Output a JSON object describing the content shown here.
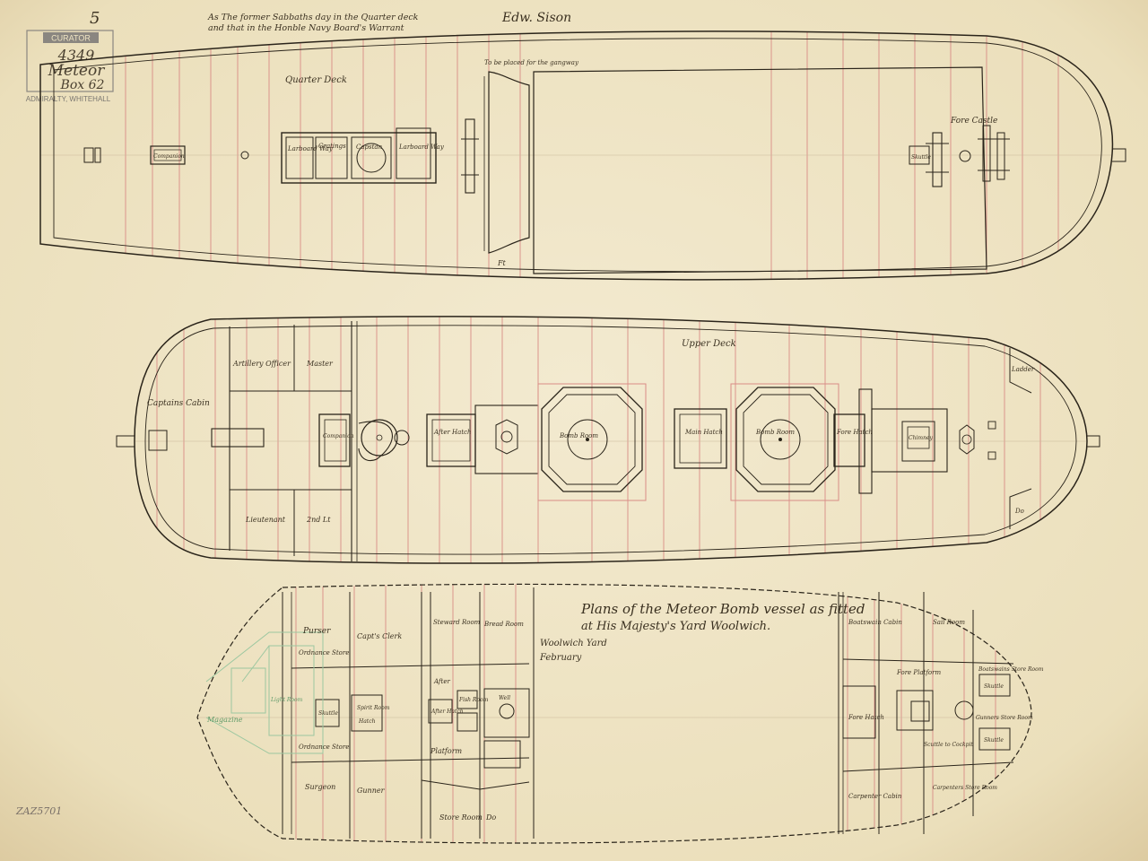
{
  "annotations": {
    "top_note_line1": "As The former Sabbaths day in the Quarter deck",
    "top_note_line2": "and that in the Honble Navy Board's Warrant",
    "signature": "Edw. Sison",
    "title_line1": "Plans of the Meteor Bomb vessel as fitted",
    "title_line2": "at His Majesty's Yard Woolwich.",
    "yard_line1": "Woolwich Yard",
    "yard_line2": "February",
    "catalogue_number": "ZAZ5701",
    "five_mark": "5"
  },
  "stamp": {
    "header": "CURATOR",
    "number": "4349",
    "ship": "Meteor",
    "box": "Box 62",
    "footer": "ADMIRALTY, WHITEHALL"
  },
  "quarter_deck": {
    "title": "Quarter Deck",
    "companion": "Companion",
    "larboard_way": "Larboard Way",
    "gratings": "Gratings",
    "capstan": "Capstan",
    "larboard_way_2": "Larboard Way",
    "fore_castle": "Fore Castle",
    "note_top": "To be placed for the gangway",
    "skuttle": "Skuttle",
    "ft": "Ft"
  },
  "upper_deck": {
    "title": "Upper Deck",
    "captains_cabin": "Captains Cabin",
    "artillery_officer": "Artillery Officer",
    "master": "Master",
    "companion": "Companion",
    "lieutenant": "Lieutenant",
    "second_lieutenant": "2nd Lt",
    "after_hatch": "After Hatch",
    "bomb_room_1": "Bomb Room",
    "main_hatch": "Main Hatch",
    "bomb_room_2": "Bomb Room",
    "fore_hatch": "Fore Hatch",
    "chimney": "Chimney",
    "ladder": "Ladder",
    "do": "Do"
  },
  "platforms": {
    "purser": "Purser",
    "ordnance_store_1": "Ordnance Store",
    "capts_clerk": "Capt's Clerk",
    "steward_room": "Steward Room",
    "bread_room": "Bread Room",
    "after": "After",
    "magazine": "Magazine",
    "light_room": "Light Room",
    "skuttle": "Skuttle",
    "spirit_room": "Spirit Room",
    "hatch": "Hatch",
    "after_hatch": "After Hatch",
    "fish_room": "Fish Room",
    "well": "Well",
    "ordnance_store_2": "Ordnance Store",
    "platform": "Platform",
    "surgeon": "Surgeon",
    "gunner": "Gunner",
    "store_room": "Store Room",
    "do": "Do",
    "boatswain_cabin": "Boatswain Cabin",
    "sail_room": "Sail Room",
    "fore_platform": "Fore Platform",
    "boatswains_store": "Boatswains Store Room",
    "fore_hatch": "Fore Hatch",
    "scuttle_cockpit": "Scuttle to Cockpit",
    "gunners_store": "Gunners Store Room",
    "skuttle_2": "Skuttle",
    "skuttle_3": "Skuttle",
    "carpenter_cabin": "Carpenter Cabin",
    "carpenters_store": "Carpenters Store Room"
  },
  "colors": {
    "paper": "#efe4c2",
    "ink": "#2a241a",
    "red_line": "#d98c86",
    "green_pencil": "#9cc7a0",
    "stamp": "#8a8680"
  }
}
